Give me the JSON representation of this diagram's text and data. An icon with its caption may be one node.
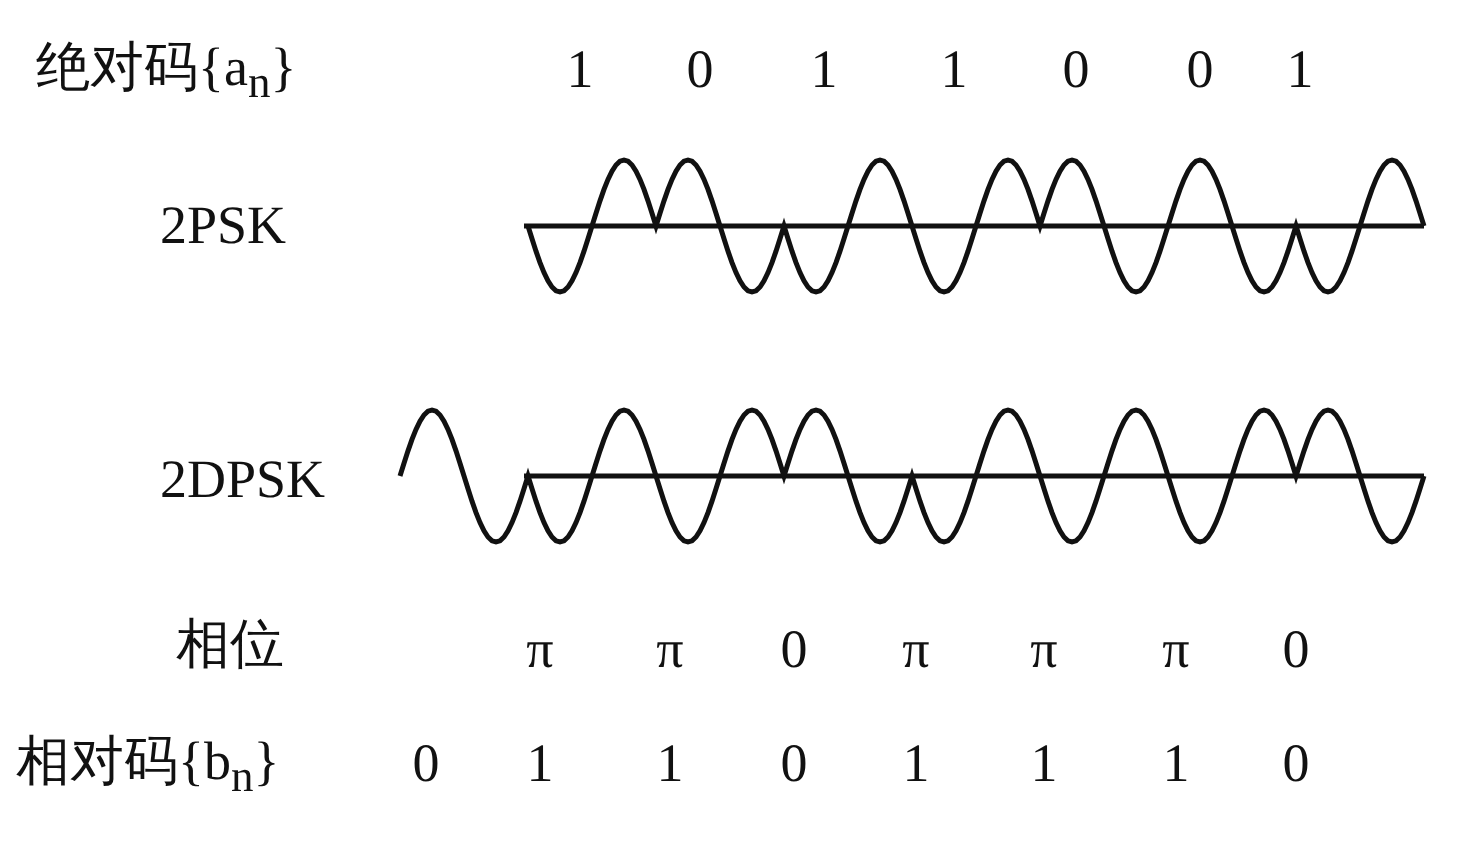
{
  "diagram": {
    "labels": [
      "绝对码{a$_{n}$}",
      "1",
      "0",
      "1",
      "1",
      "0",
      "0",
      "1",
      "2PSK",
      "2DPSK",
      "相位",
      "π",
      "π",
      "0",
      "π",
      "π",
      "π",
      "0",
      "相对码{b$_{n}$}",
      "0",
      "1",
      "1",
      "0",
      "1",
      "1",
      "1",
      "0"
    ]
  }
}
